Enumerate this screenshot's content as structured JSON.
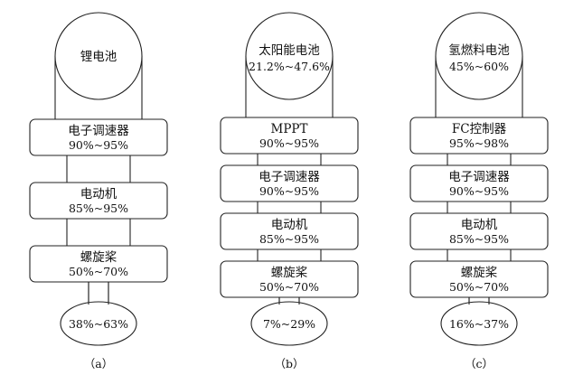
{
  "colors": {
    "stroke": "#222222",
    "text": "#111111",
    "background": "#ffffff"
  },
  "columns": [
    {
      "source": {
        "name": "锂电池",
        "efficiency": ""
      },
      "stages": [
        {
          "name": "电子调速器",
          "efficiency": "90%~95%"
        },
        {
          "name": "电动机",
          "efficiency": "85%~95%"
        },
        {
          "name": "螺旋桨",
          "efficiency": "50%~70%"
        }
      ],
      "total": "38%~63%",
      "caption": "（a）"
    },
    {
      "source": {
        "name": "太阳能电池",
        "efficiency": "21.2%~47.6%"
      },
      "stages": [
        {
          "name": "MPPT",
          "efficiency": "90%~95%"
        },
        {
          "name": "电子调速器",
          "efficiency": "90%~95%"
        },
        {
          "name": "电动机",
          "efficiency": "85%~95%"
        },
        {
          "name": "螺旋桨",
          "efficiency": "50%~70%"
        }
      ],
      "total": "7%~29%",
      "caption": "（b）"
    },
    {
      "source": {
        "name": "氢燃料电池",
        "efficiency": "45%~60%"
      },
      "stages": [
        {
          "name": "FC控制器",
          "efficiency": "95%~98%"
        },
        {
          "name": "电子调速器",
          "efficiency": "90%~95%"
        },
        {
          "name": "电动机",
          "efficiency": "85%~95%"
        },
        {
          "name": "螺旋桨",
          "efficiency": "50%~70%"
        }
      ],
      "total": "16%~37%",
      "caption": "（c）"
    }
  ]
}
